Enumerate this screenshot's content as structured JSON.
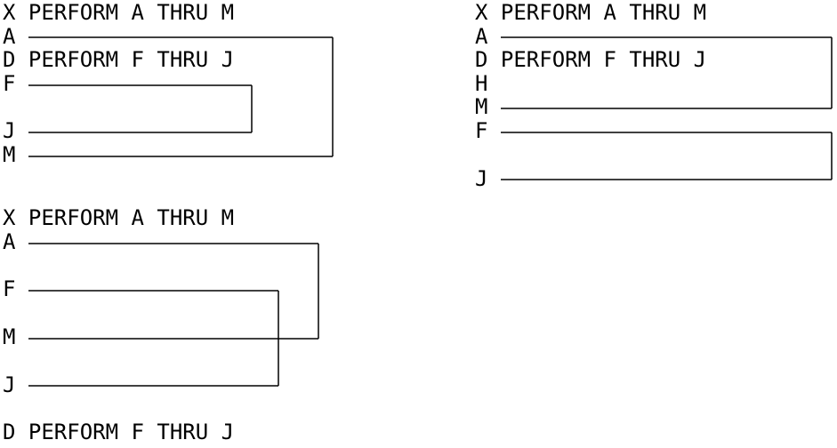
{
  "diagrams": [
    {
      "lines": [
        {
          "id": "x",
          "text": "X PERFORM A THRU M"
        },
        {
          "id": "a",
          "text": "A"
        },
        {
          "id": "d",
          "text": "D PERFORM F THRU J"
        },
        {
          "id": "f",
          "text": "F"
        },
        {
          "id": "j",
          "text": "J"
        },
        {
          "id": "m",
          "text": "M"
        }
      ]
    },
    {
      "lines": [
        {
          "id": "x",
          "text": "X PERFORM A THRU M"
        },
        {
          "id": "a",
          "text": "A"
        },
        {
          "id": "d",
          "text": "D PERFORM F THRU J"
        },
        {
          "id": "h",
          "text": "H"
        },
        {
          "id": "m",
          "text": "M"
        },
        {
          "id": "f",
          "text": "F"
        },
        {
          "id": "j",
          "text": "J"
        }
      ]
    },
    {
      "lines": [
        {
          "id": "x",
          "text": "X PERFORM A THRU M"
        },
        {
          "id": "a",
          "text": "A"
        },
        {
          "id": "f",
          "text": "F"
        },
        {
          "id": "m",
          "text": "M"
        },
        {
          "id": "j",
          "text": "J"
        },
        {
          "id": "d",
          "text": "D PERFORM F THRU J"
        }
      ]
    }
  ]
}
